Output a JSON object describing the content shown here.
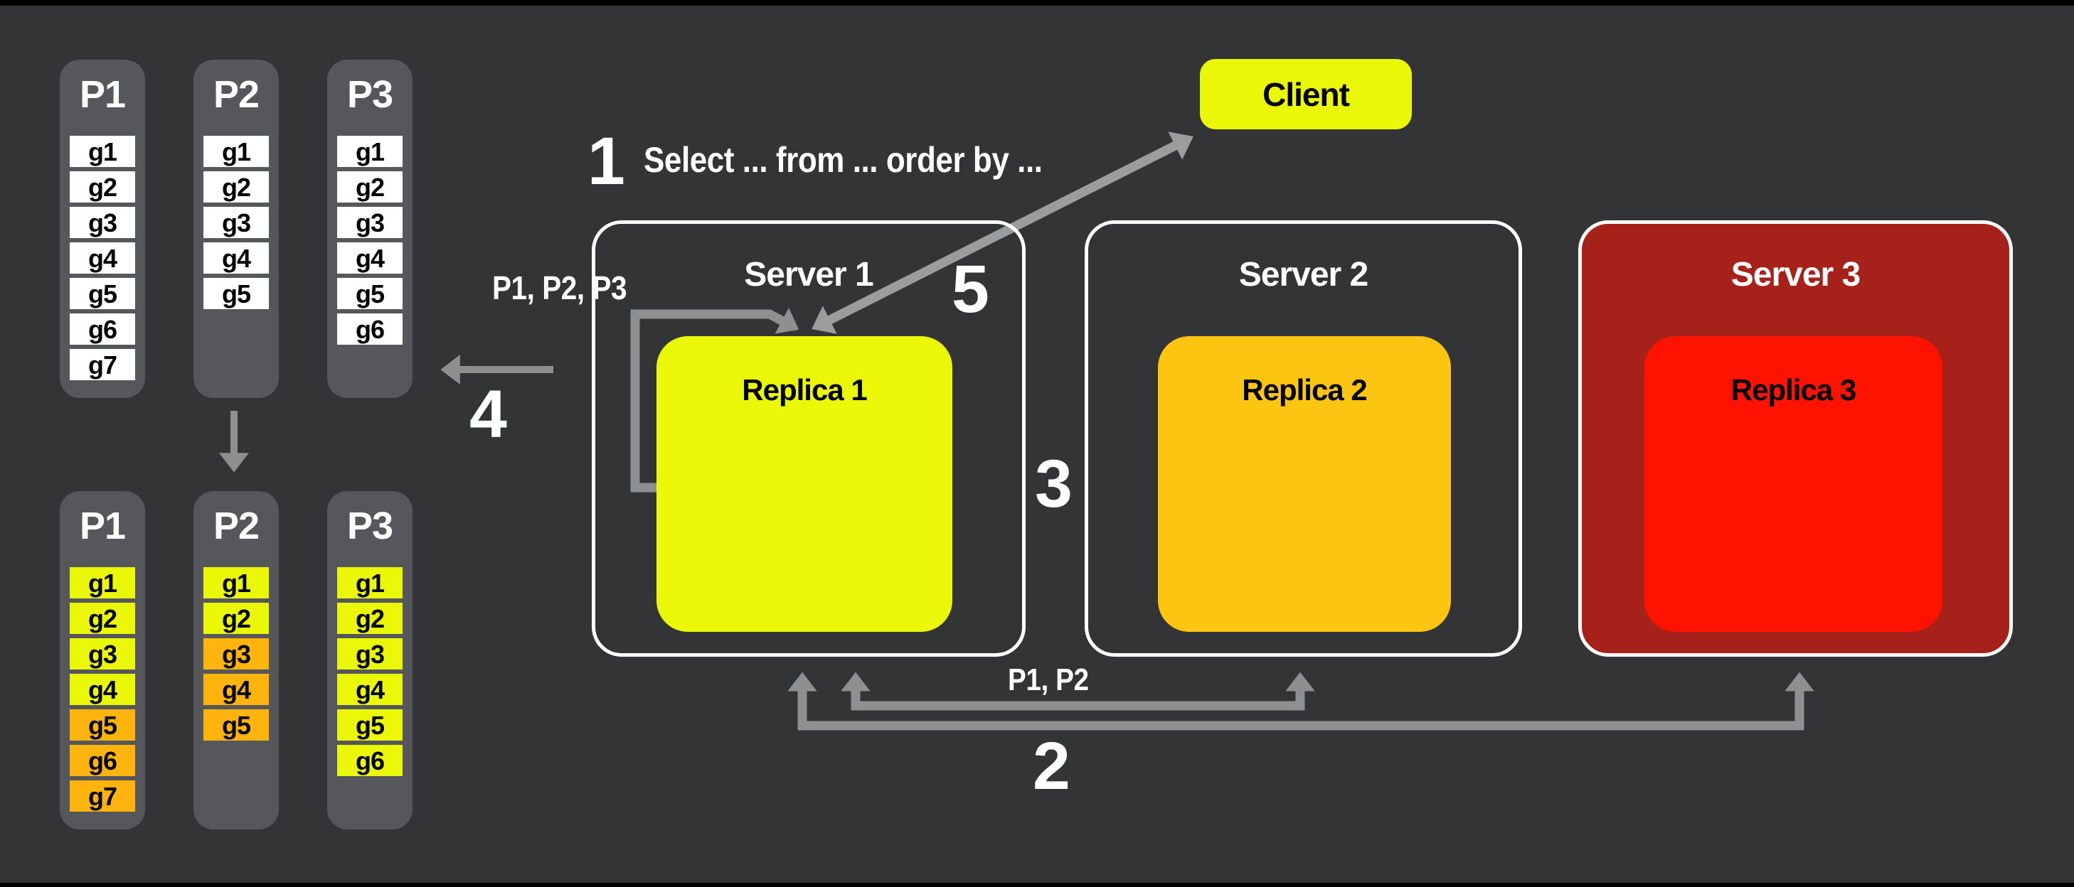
{
  "page": {
    "background": "#333436",
    "edge_bar": "#000000"
  },
  "palette": {
    "yellow": "#EAF707",
    "orange": "#FFB30D",
    "amber": "#FCC511",
    "bright_red": "#FE1300",
    "dark_red": "#A6211A",
    "column_gray": "#56575A",
    "box_white": "#FFFFFF",
    "arrow_gray_light": "#9C9C9C",
    "arrow_gray": "#8F8F8F",
    "text_white": "#FFFFFF",
    "text_black": "#000000"
  },
  "unsorted_partitions": {
    "columns": [
      {
        "label": "P1",
        "items": [
          {
            "text": "g1",
            "tone": "box_white"
          },
          {
            "text": "g2",
            "tone": "box_white"
          },
          {
            "text": "g3",
            "tone": "box_white"
          },
          {
            "text": "g4",
            "tone": "box_white"
          },
          {
            "text": "g5",
            "tone": "box_white"
          },
          {
            "text": "g6",
            "tone": "box_white"
          },
          {
            "text": "g7",
            "tone": "box_white"
          }
        ]
      },
      {
        "label": "P2",
        "items": [
          {
            "text": "g1",
            "tone": "box_white"
          },
          {
            "text": "g2",
            "tone": "box_white"
          },
          {
            "text": "g3",
            "tone": "box_white"
          },
          {
            "text": "g4",
            "tone": "box_white"
          },
          {
            "text": "g5",
            "tone": "box_white"
          }
        ]
      },
      {
        "label": "P3",
        "items": [
          {
            "text": "g1",
            "tone": "box_white"
          },
          {
            "text": "g2",
            "tone": "box_white"
          },
          {
            "text": "g3",
            "tone": "box_white"
          },
          {
            "text": "g4",
            "tone": "box_white"
          },
          {
            "text": "g5",
            "tone": "box_white"
          },
          {
            "text": "g6",
            "tone": "box_white"
          }
        ]
      }
    ]
  },
  "sorted_partitions": {
    "columns": [
      {
        "label": "P1",
        "items": [
          {
            "text": "g1",
            "tone": "yellow"
          },
          {
            "text": "g2",
            "tone": "yellow"
          },
          {
            "text": "g3",
            "tone": "yellow"
          },
          {
            "text": "g4",
            "tone": "yellow"
          },
          {
            "text": "g5",
            "tone": "orange"
          },
          {
            "text": "g6",
            "tone": "orange"
          },
          {
            "text": "g7",
            "tone": "orange"
          }
        ]
      },
      {
        "label": "P2",
        "items": [
          {
            "text": "g1",
            "tone": "yellow"
          },
          {
            "text": "g2",
            "tone": "yellow"
          },
          {
            "text": "g3",
            "tone": "orange"
          },
          {
            "text": "g4",
            "tone": "orange"
          },
          {
            "text": "g5",
            "tone": "orange"
          }
        ]
      },
      {
        "label": "P3",
        "items": [
          {
            "text": "g1",
            "tone": "yellow"
          },
          {
            "text": "g2",
            "tone": "yellow"
          },
          {
            "text": "g3",
            "tone": "yellow"
          },
          {
            "text": "g4",
            "tone": "yellow"
          },
          {
            "text": "g5",
            "tone": "yellow"
          },
          {
            "text": "g6",
            "tone": "yellow"
          }
        ]
      }
    ]
  },
  "client": {
    "label": "Client"
  },
  "servers": [
    {
      "title": "Server 1",
      "replica_label": "Replica 1",
      "replica_tone": "yellow"
    },
    {
      "title": "Server 2",
      "replica_label": "Replica 2",
      "replica_tone": "amber"
    },
    {
      "title": "Server 3",
      "replica_label": "Replica 3",
      "replica_tone": "bright_red",
      "body_tone": "dark_red"
    }
  ],
  "annotations": {
    "step_1": "1",
    "step_2": "2",
    "step_3": "3",
    "step_4": "4",
    "step_5": "5",
    "query_text": "Select ... from ... order by ...",
    "partitions_requested": "P1, P2, P3",
    "partitions_forwarded": "P1, P2"
  }
}
